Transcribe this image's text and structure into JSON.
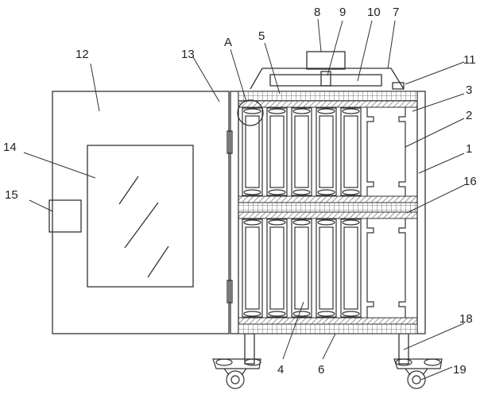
{
  "labels": [
    {
      "id": "1",
      "text": "1"
    },
    {
      "id": "2",
      "text": "2"
    },
    {
      "id": "3",
      "text": "3"
    },
    {
      "id": "4",
      "text": "4"
    },
    {
      "id": "5",
      "text": "5"
    },
    {
      "id": "6",
      "text": "6"
    },
    {
      "id": "7",
      "text": "7"
    },
    {
      "id": "8",
      "text": "8"
    },
    {
      "id": "9",
      "text": "9"
    },
    {
      "id": "10",
      "text": "10"
    },
    {
      "id": "11",
      "text": "11"
    },
    {
      "id": "12",
      "text": "12"
    },
    {
      "id": "13",
      "text": "13"
    },
    {
      "id": "14",
      "text": "14"
    },
    {
      "id": "15",
      "text": "15"
    },
    {
      "id": "16",
      "text": "16"
    },
    {
      "id": "18",
      "text": "18"
    },
    {
      "id": "19",
      "text": "19"
    },
    {
      "id": "A",
      "text": "A"
    }
  ],
  "colors": {
    "line": "#333333",
    "hatch": "#555555",
    "background": "#ffffff"
  }
}
